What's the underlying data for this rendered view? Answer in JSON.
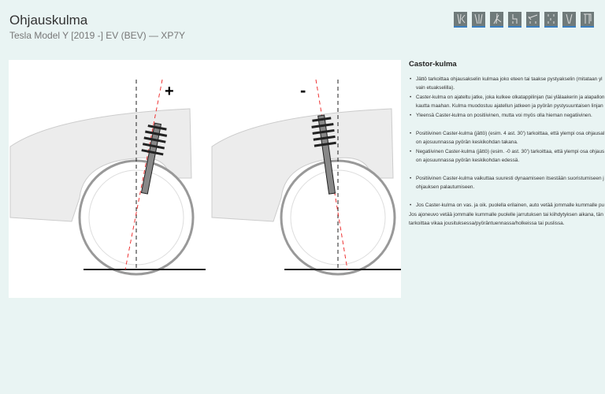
{
  "header": {
    "title": "Ohjauskulma",
    "subtitle": "Tesla Model Y [2019 -] EV (BEV) — XP7Y"
  },
  "toolbar_icons": [
    "toe-icon",
    "camber-icon",
    "caster-icon",
    "kingpin-icon",
    "setback-icon",
    "thrust-icon",
    "included-angle-icon",
    "ride-height-icon"
  ],
  "figure": {
    "positive_label": "+",
    "negative_label": "-"
  },
  "panel": {
    "title": "Castor-kulma",
    "items": [
      [
        "Jättö tarkoittaa ohjausakselin kulmaa joko eteen tai taakse pystyakselin (mitataan yl",
        "vain etuakselilla)."
      ],
      [
        "Caster-kulma on ajateltu jatke, joka kulkee olkatappilinjan (tai ylälaakerin ja alapallon",
        "kautta maahan. Kulma muodostuu ajatellun jatkeen ja pyörän pystysuuntaisen linjan"
      ],
      [
        "Yleensä Caster-kulma on positiivinen, mutta voi myös olla hieman negatiivinen."
      ],
      [
        "Positiivinen Caster-kulma (jättö) (esim. 4 ast. 30') tarkoittaa, että ylempi osa ohjausal",
        "on ajosuunnassa pyörän keskikohdan takana."
      ],
      [
        "Negatiivinen Caster-kulma (jättö) (esim. -0 ast. 30') tarkoittaa, että ylempi osa ohjaus",
        "on ajosuunnassa pyörän keskikohdan edessä."
      ],
      [
        "Positiivinen Caster-kulma vaikuttaa suuresti dynaamiseen itsestään suoristumiseen j",
        "ohjauksen palautumiseen."
      ],
      [
        "Jos Caster-kulma on vas. ja oik. puolella erilainen, auto vetää jommalle kummalle pu"
      ]
    ],
    "footer": [
      "Jos ajoneuvo vetää jommalle kummalle puolelle jarrutuksen tai kiihdytyksen aikana, tän",
      "tarkoittaa vikaa jousituksessa/pyöräntuennassa/holkeissa tai puslissa."
    ]
  }
}
